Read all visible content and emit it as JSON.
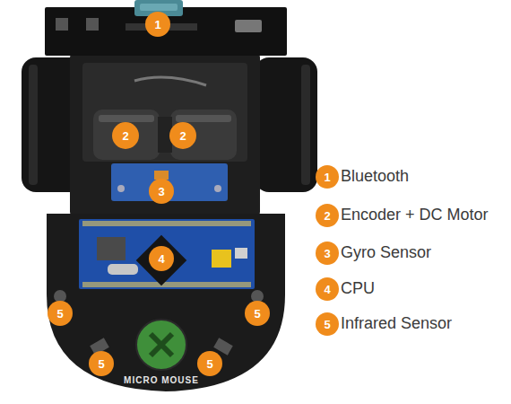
{
  "diagram": {
    "nodes": [
      {
        "text": [
          "1"
        ]
      },
      {
        "text": [
          "2"
        ]
      },
      {
        "text": [
          "2"
        ]
      },
      {
        "text": [
          "3"
        ]
      },
      {
        "text": [
          "4"
        ]
      },
      {
        "text": [
          "5"
        ]
      },
      {
        "text": [
          "5"
        ]
      },
      {
        "text": [
          "5"
        ]
      },
      {
        "text": [
          "5"
        ]
      },
      {
        "text": [
          "1"
        ]
      },
      {
        "text": [
          "2"
        ]
      },
      {
        "text": [
          "3"
        ]
      },
      {
        "text": [
          "4"
        ]
      },
      {
        "text": [
          "5"
        ]
      }
    ],
    "labels": [
      "MICRO MOUSE"
    ],
    "legend": [
      {
        "text": "Bluetooth"
      },
      {
        "text": "Encoder + DC Motor"
      },
      {
        "text": "Gyro Sensor"
      },
      {
        "text": "CPU"
      },
      {
        "text": "Infrared Sensor"
      }
    ]
  }
}
